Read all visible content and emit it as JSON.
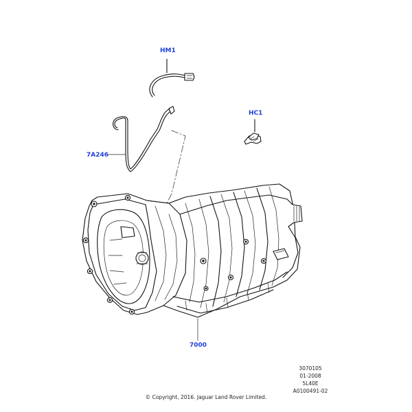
{
  "callouts": {
    "hm1": "HM1",
    "hc1": "HC1",
    "a7a246": "7A246",
    "n7000": "7000"
  },
  "reference": {
    "code": "3070105",
    "date": "01-2008",
    "model": "5L40E",
    "illustration_id": "A0100491-02"
  },
  "copyright": "© Copyright, 2016. Jaguar Land Rover Limited.",
  "colors": {
    "callout": "#1f3fd6",
    "lines": "#111111"
  }
}
